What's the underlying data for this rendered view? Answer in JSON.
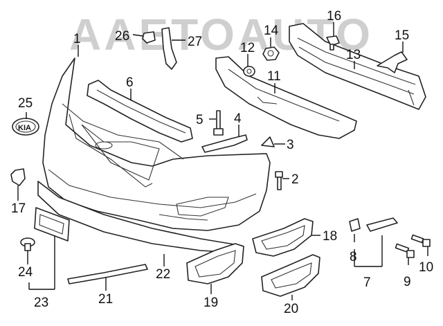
{
  "watermark": "AAETOAUTO",
  "brand_emblem_text": "KIA",
  "callouts": [
    "1",
    "2",
    "3",
    "4",
    "5",
    "6",
    "7",
    "8",
    "9",
    "10",
    "11",
    "12",
    "13",
    "14",
    "15",
    "16",
    "17",
    "18",
    "19",
    "20",
    "21",
    "22",
    "23",
    "24",
    "25",
    "26",
    "27"
  ]
}
